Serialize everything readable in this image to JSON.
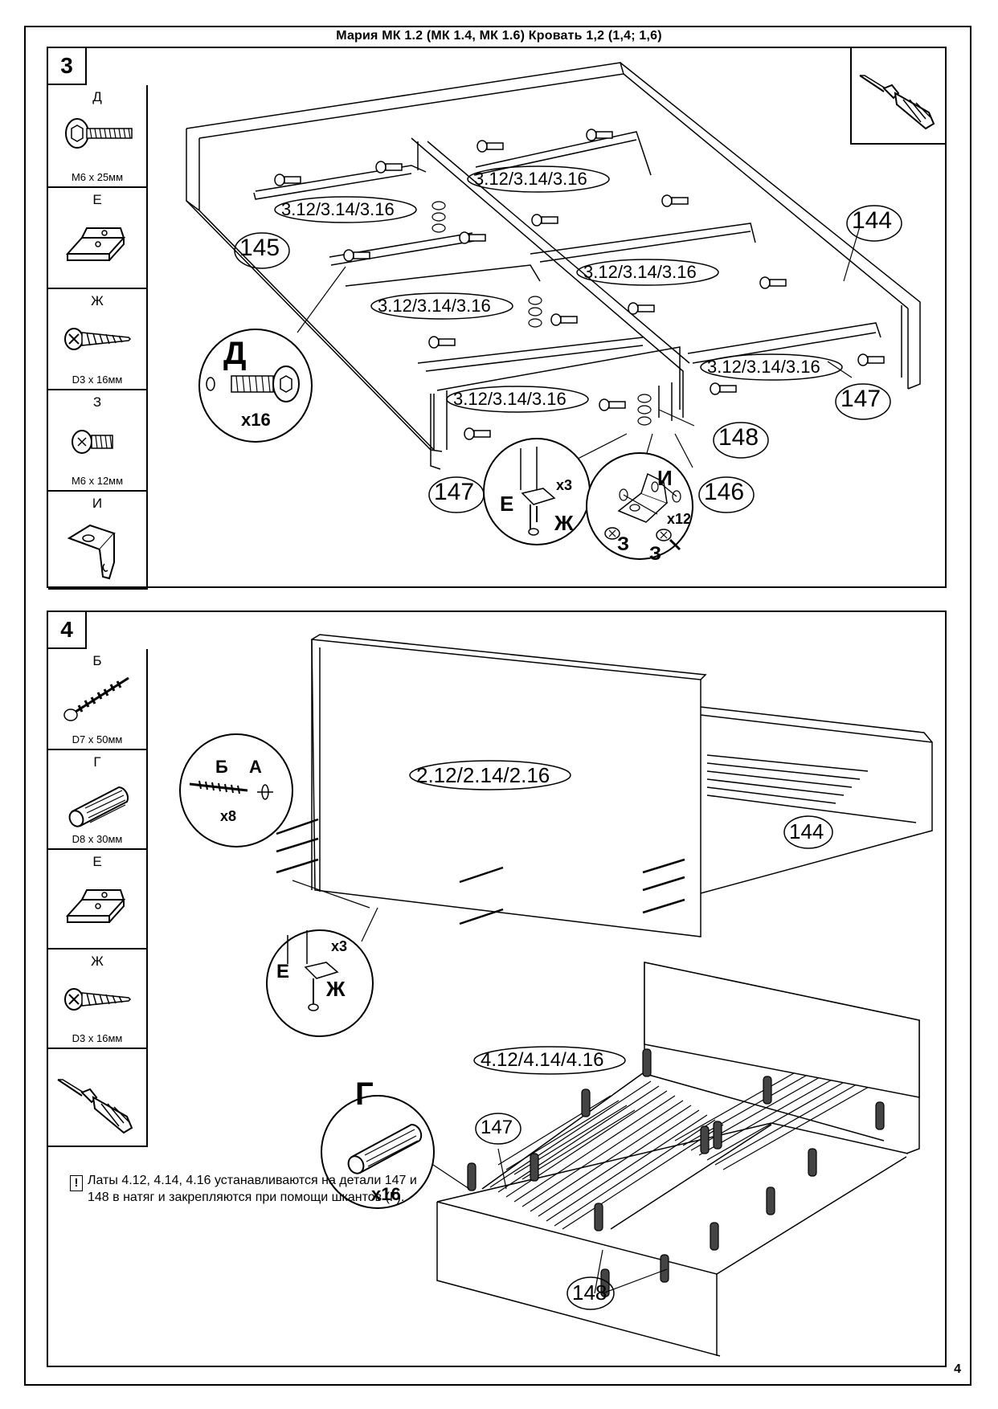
{
  "title": "Мария МК 1.2 (МК 1.4, МК 1.6)  Кровать  1,2 (1,4; 1,6)",
  "page_number": "4",
  "step3": {
    "number": "3",
    "parts": [
      {
        "letter": "Д",
        "size": "M6 x 25мм",
        "icon": "hex-bolt-icon"
      },
      {
        "letter": "Е",
        "size": "",
        "icon": "bracket-icon"
      },
      {
        "letter": "Ж",
        "size": "D3 x 16мм",
        "icon": "screw-icon"
      },
      {
        "letter": "З",
        "size": "M6 x 12мм",
        "icon": "short-screw-icon"
      },
      {
        "letter": "И",
        "size": "",
        "icon": "angle-bracket-icon"
      }
    ],
    "labels": {
      "p144": "144",
      "p145": "145",
      "p146": "146",
      "p147a": "147",
      "p147b": "147",
      "p148": "148",
      "e1": "3.12/3.14/3.16",
      "e2": "3.12/3.14/3.16",
      "e3": "3.12/3.14/3.16",
      "e4": "3.12/3.14/3.16",
      "e5": "3.12/3.14/3.16",
      "e6": "3.12/3.14/3.16"
    },
    "callouts": {
      "d_letter": "Д",
      "d_qty": "x16",
      "e_letter": "Е",
      "zh_letter": "Ж",
      "e_qty": "x3",
      "i_letter": "И",
      "i_qty": "x12",
      "z1": "З",
      "z2": "З"
    },
    "tool": "screwdriver-icon"
  },
  "step4": {
    "number": "4",
    "parts": [
      {
        "letter": "Б",
        "size": "D7 x 50мм",
        "icon": "confirmat-screw-icon"
      },
      {
        "letter": "Г",
        "size": "D8 x 30мм",
        "icon": "dowel-icon"
      },
      {
        "letter": "Е",
        "size": "",
        "icon": "bracket-icon"
      },
      {
        "letter": "Ж",
        "size": "D3 x 16мм",
        "icon": "screw-icon"
      },
      {
        "letter": "",
        "size": "",
        "icon": "screwdriver-icon"
      }
    ],
    "labels": {
      "e_head": "2.12/2.14/2.16",
      "p144": "144",
      "e_slats": "4.12/4.14/4.16",
      "p147": "147",
      "p148": "148"
    },
    "callouts": {
      "b_letter": "Б",
      "a_letter": "А",
      "b_qty": "x8",
      "e_letter": "Е",
      "zh_letter": "Ж",
      "e_qty": "x3",
      "g_letter": "Г",
      "g_qty": "x16"
    },
    "note_mark": "!",
    "note": "Латы 4.12, 4.14, 4.16  устанавливаются на детали 147 и 148 в натяг и закрепляются при помощи шкантов (Г)."
  }
}
